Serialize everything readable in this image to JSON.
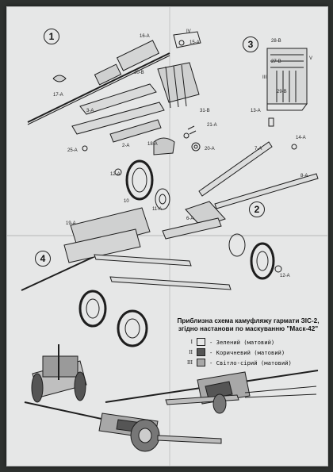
{
  "steps": [
    "1",
    "2",
    "3",
    "4"
  ],
  "part_labels": [
    "16-A",
    "15-A",
    "IV",
    "30-B",
    "17-A",
    "3-A",
    "31-B",
    "21-A",
    "25-A",
    "2-A",
    "18-A",
    "20-A",
    "12-A",
    "10",
    "11-A",
    "28-B",
    "27-B",
    "V",
    "III",
    "29-B",
    "13-A",
    "14-A",
    "7-A",
    "8-A",
    "6-A",
    "19-A",
    "12-A"
  ],
  "legend": {
    "title_line1": "Приблизна схема камуфляжу гармати ЗІС-2,",
    "title_line2": "згідно настанови по маскуванню \"Маск-42\"",
    "rows": [
      {
        "num": "I",
        "text": "- Зелений (матовий)",
        "swatch": "#e6e7e7"
      },
      {
        "num": "II",
        "text": "- Коричневий (матовий)",
        "swatch": "#555555"
      },
      {
        "num": "III",
        "text": "- Світло-сірий (матовий)",
        "swatch": "#a8a8a8"
      }
    ]
  }
}
